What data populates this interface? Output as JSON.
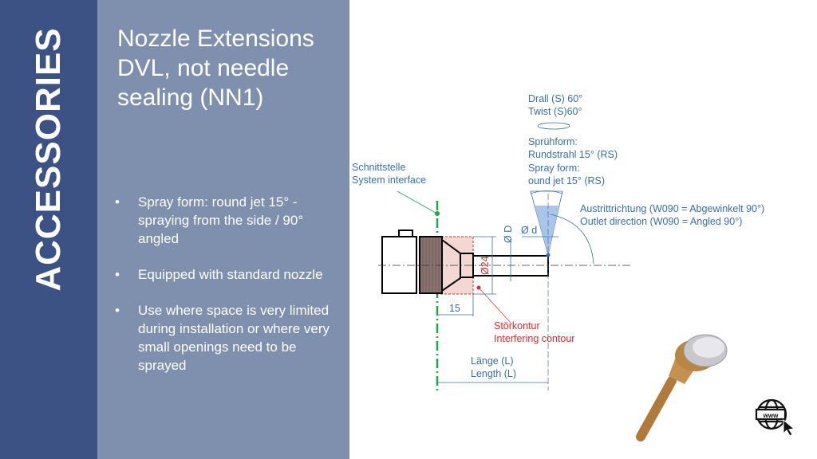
{
  "sidebar": {
    "category": "ACCESSORIES"
  },
  "panel": {
    "title": "Nozzle Extensions DVL, not needle sealing (NN1)",
    "bullets": [
      "Spray form: round jet 15° - spraying from the side / 90° angled",
      "Equipped with standard nozzle",
      "Use where space is very limited during installation or where very small openings need to be sprayed"
    ]
  },
  "drawing": {
    "interface_de": "Schnittstelle",
    "interface_en": "System interface",
    "twist_de": "Drall (S) 60°",
    "twist_en": "Twist (S)60°",
    "spray_de_label": "Sprühform:",
    "spray_de": "Rundstrahl 15° (RS)",
    "spray_en_label": "Spray form:",
    "spray_en": "ound jet 15° (RS)",
    "outlet_de": "Austrittrichtung (W090 = Abgewinkelt 90°)",
    "outlet_en": "Outlet direction (W090 = Angled 90°)",
    "dim_D": "Ø D",
    "dim_d": "Ø d",
    "dim_24": "Ø24",
    "dim_15": "15",
    "contour_de": "Störkontur",
    "contour_en": "Interfering contour",
    "length_de": "Länge (L)",
    "length_en": "Length (L)"
  },
  "icons": {
    "web": "www-globe-cursor-icon"
  },
  "colors": {
    "strip": "#3c5285",
    "panel": "#7f8fae",
    "annotation": "#3a6ea8",
    "contour": "#d32f2f",
    "interface": "#1aa84a"
  }
}
